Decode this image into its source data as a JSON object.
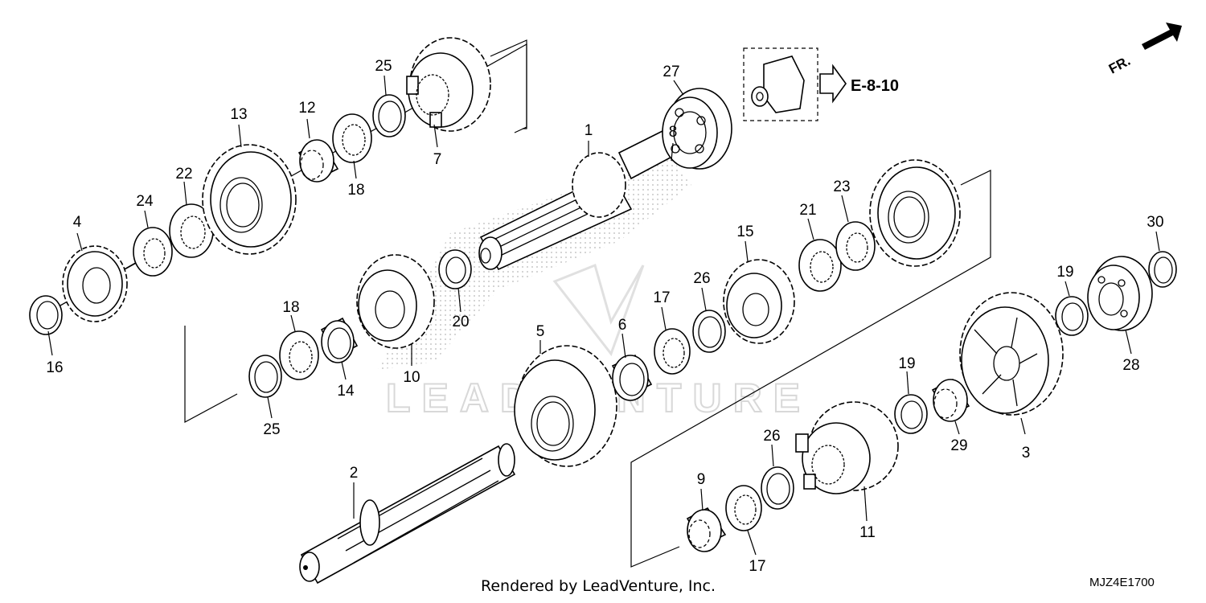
{
  "diagram": {
    "watermark_text": "LEADVENTURE",
    "reference": "E-8-10",
    "front_indicator": "FR.",
    "credit": "Rendered by LeadVenture, Inc.",
    "diagram_code": "MJZ4E1700",
    "callouts": {
      "p1": "1",
      "p2": "2",
      "p3": "3",
      "p4": "4",
      "p5": "5",
      "p6": "6",
      "p7": "7",
      "p8": "8",
      "p9": "9",
      "p10": "10",
      "p11": "11",
      "p12": "12",
      "p13": "13",
      "p14": "14",
      "p15": "15",
      "p16": "16",
      "p17a": "17",
      "p17b": "17",
      "p18a": "18",
      "p18b": "18",
      "p19a": "19",
      "p19b": "19",
      "p20": "20",
      "p21": "21",
      "p22": "22",
      "p23": "23",
      "p24": "24",
      "p25a": "25",
      "p25b": "25",
      "p26a": "26",
      "p26b": "26",
      "p27": "27",
      "p28": "28",
      "p29": "29",
      "p30": "30"
    }
  }
}
